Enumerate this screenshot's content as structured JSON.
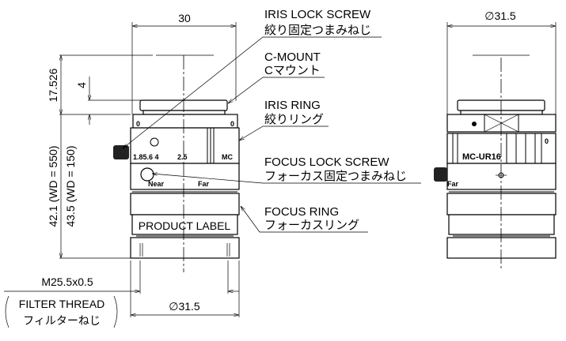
{
  "dimensions": {
    "width_top": "30",
    "mount_height": "17.526",
    "flange": "4",
    "length_wd550": "42.1 (WD = 550)",
    "length_wd150": "43.5 (WD = 150)",
    "filter_thread": "M25.5x0.5",
    "filter_thread_en": "FILTER THREAD",
    "filter_thread_jp": "フィルターねじ",
    "diameter_front": "∅31.5",
    "diameter_side": "∅31.5"
  },
  "callouts": [
    {
      "en": "IRIS LOCK SCREW",
      "jp": "絞り固定つまみねじ"
    },
    {
      "en": "C-MOUNT",
      "jp": "Cマウント"
    },
    {
      "en": "IRIS RING",
      "jp": "絞りリング"
    },
    {
      "en": "FOCUS LOCK SCREW",
      "jp": "フォーカス固定つまみねじ"
    },
    {
      "en": "FOCUS RING",
      "jp": "フォーカスリング"
    }
  ],
  "lens_markings": {
    "product_label": "PRODUCT LABEL",
    "iris_scale": "1.85.6  4",
    "iris_mark": "2.5",
    "brand_short": "MC",
    "model": "MC-UR16",
    "near": "Near",
    "far": "Far",
    "zero": "0"
  }
}
